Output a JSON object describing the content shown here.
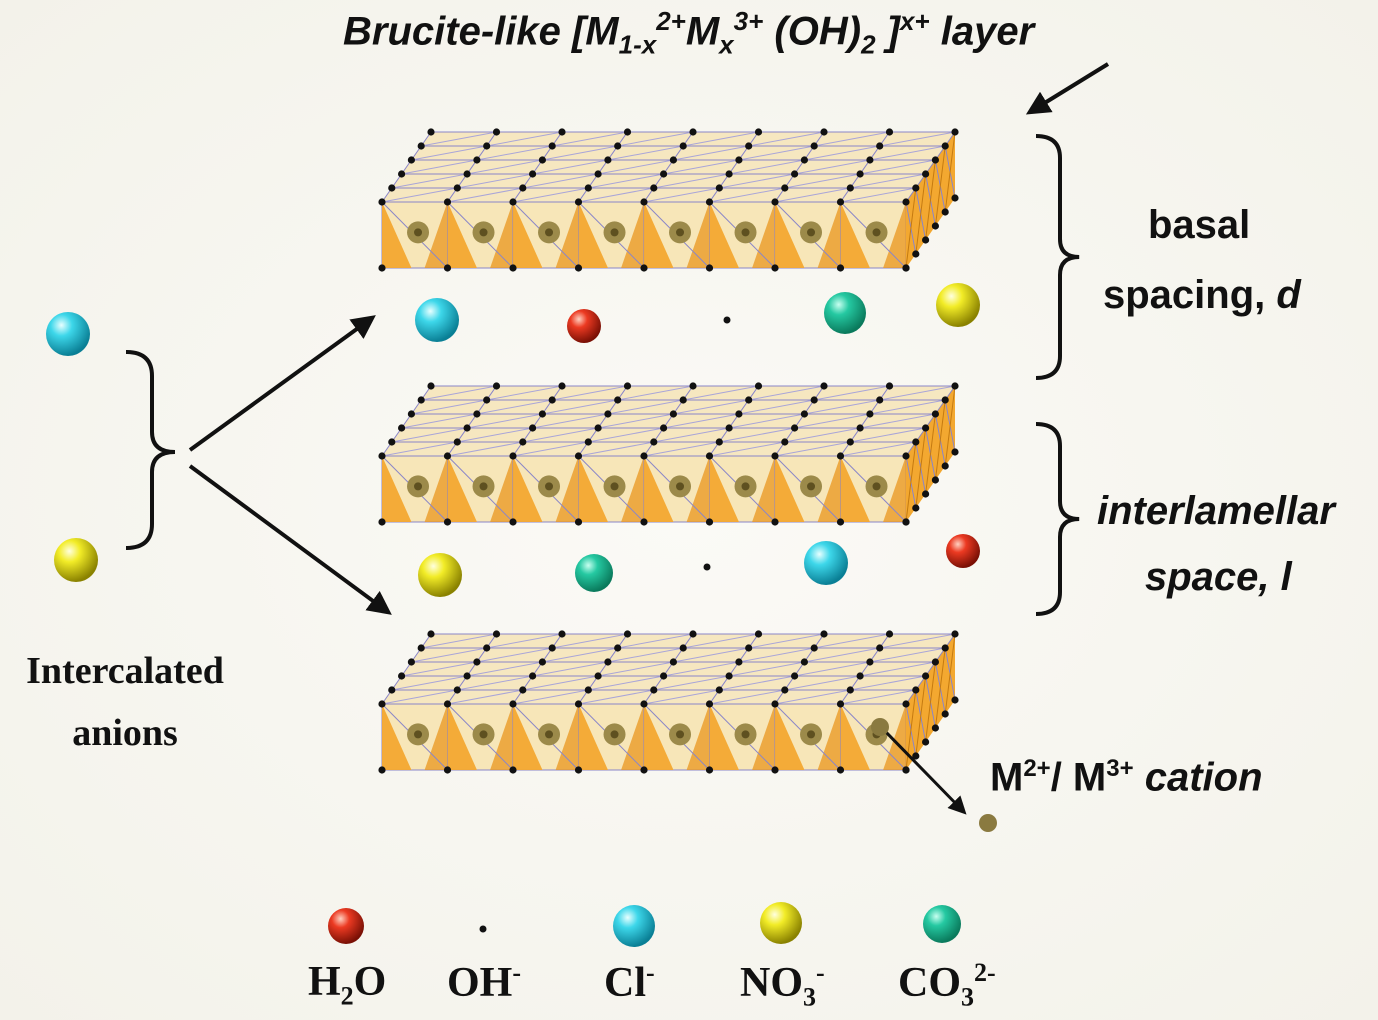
{
  "title": {
    "prefix": "Brucite-like [M",
    "sub1": "1-x",
    "sup1": "2+",
    "mid": "M",
    "sub2": "x",
    "sup2": "3+",
    "oh": " (OH)",
    "sub3": "2",
    "close": " ]",
    "sup3": "x+",
    "suffix": " layer"
  },
  "basal": {
    "line1": "basal",
    "line2_text": "spacing, ",
    "line2_var": "d"
  },
  "interlamellar": {
    "line1": "interlamellar",
    "line2": "space, l"
  },
  "cation_label": {
    "m1": "M",
    "s1": "2+",
    "sep": "/ M",
    "s2": "3+",
    "word": " cation"
  },
  "anions_label": {
    "line1": "Intercalated",
    "line2": "anions"
  },
  "legend": {
    "h2o": {
      "a": "H",
      "sub": "2",
      "b": "O"
    },
    "oh": {
      "a": "OH",
      "sup": "-"
    },
    "cl": {
      "a": "Cl",
      "sup": "-"
    },
    "no3": {
      "a": "NO",
      "sub": "3",
      "sup": "-"
    },
    "co3": {
      "a": "CO",
      "sub": "3",
      "sup": "2-"
    }
  },
  "colors": {
    "h2o": "#e0301e",
    "oh": "#111111",
    "cl": "#1cc4dc",
    "no3": "#e8e21a",
    "co3": "#1fbf99",
    "cation": "#8a7a40",
    "octa_face": "#f7e6b8",
    "octa_side": "#f3a830"
  }
}
